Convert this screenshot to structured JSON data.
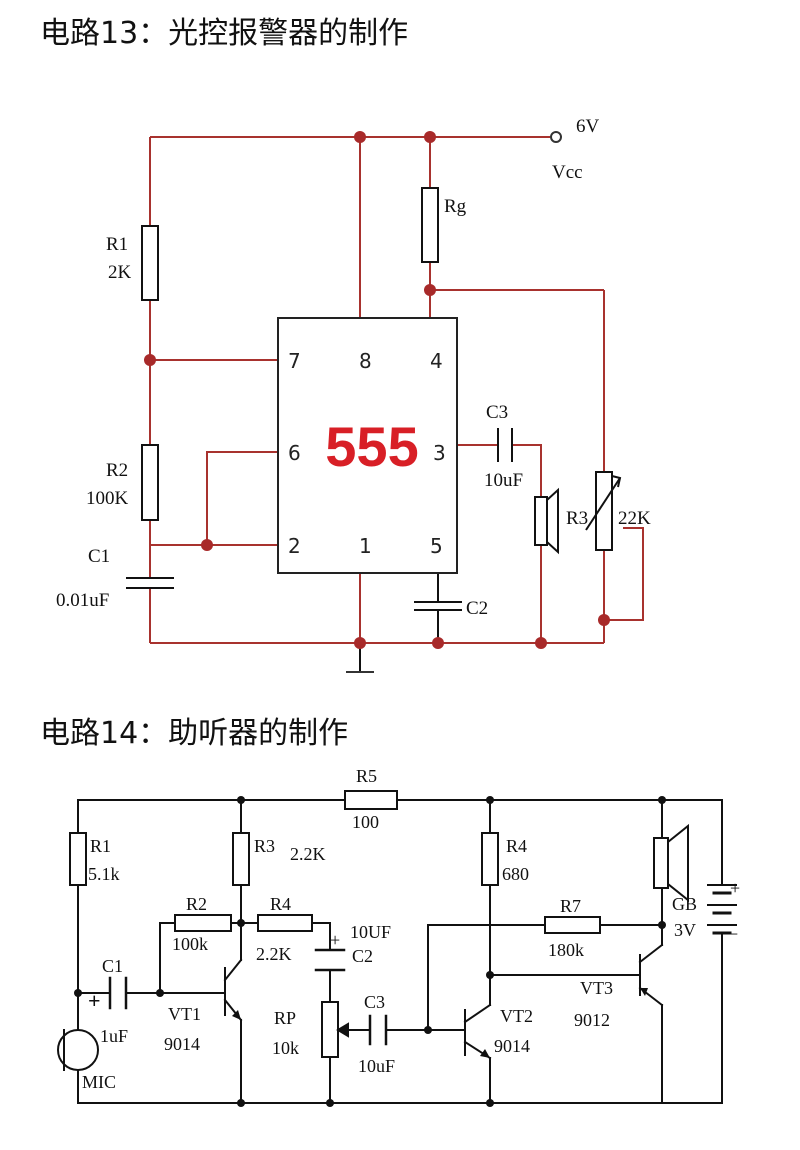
{
  "circuit13": {
    "title": "电路13：光控报警器的制作",
    "chip": "555",
    "pins": {
      "p7": "7",
      "p8": "8",
      "p4": "4",
      "p6": "6",
      "p3": "3",
      "p2": "2",
      "p1": "1",
      "p5": "5"
    },
    "vcc_value": "6V",
    "vcc_label": "Vcc",
    "r1_name": "R1",
    "r1_value": "2K",
    "r2_name": "R2",
    "r2_value": "100K",
    "c1_name": "C1",
    "c1_value": "0.01uF",
    "rg_name": "Rg",
    "c3_name": "C3",
    "c3_value": "10uF",
    "r3_name": "R3",
    "r3_value": "22K",
    "c2_name": "C2"
  },
  "circuit14": {
    "title": "电路14：助听器的制作",
    "r5_name": "R5",
    "r5_value": "100",
    "r1_name": "R1",
    "r1_value": "5.1k",
    "r3_name": "R3",
    "r3_value": "2.2K",
    "r2_name": "R2",
    "r2_value": "100k",
    "r4_name": "R4",
    "r4_value": "2.2K",
    "c2_value": "10UF",
    "c2_name": "C2",
    "r4b_name": "R4",
    "r4b_value": "680",
    "r7_name": "R7",
    "r7_value": "180k",
    "gb_name": "GB",
    "gb_value": "3V",
    "c1_name": "C1",
    "c1_value": "1uF",
    "vt1_name": "VT1",
    "vt1_value": "9014",
    "rp_name": "RP",
    "rp_value": "10k",
    "c3_name": "C3",
    "c3_value": "10uF",
    "vt2_name": "VT2",
    "vt2_value": "9014",
    "vt3_name": "VT3",
    "vt3_value": "9012",
    "mic_label": "MIC",
    "plus": "+",
    "minus": "−"
  },
  "colors": {
    "wire_red": "#a8322e",
    "dot_red": "#a82a2a",
    "chip_label": "#d81f26",
    "black": "#111111"
  }
}
